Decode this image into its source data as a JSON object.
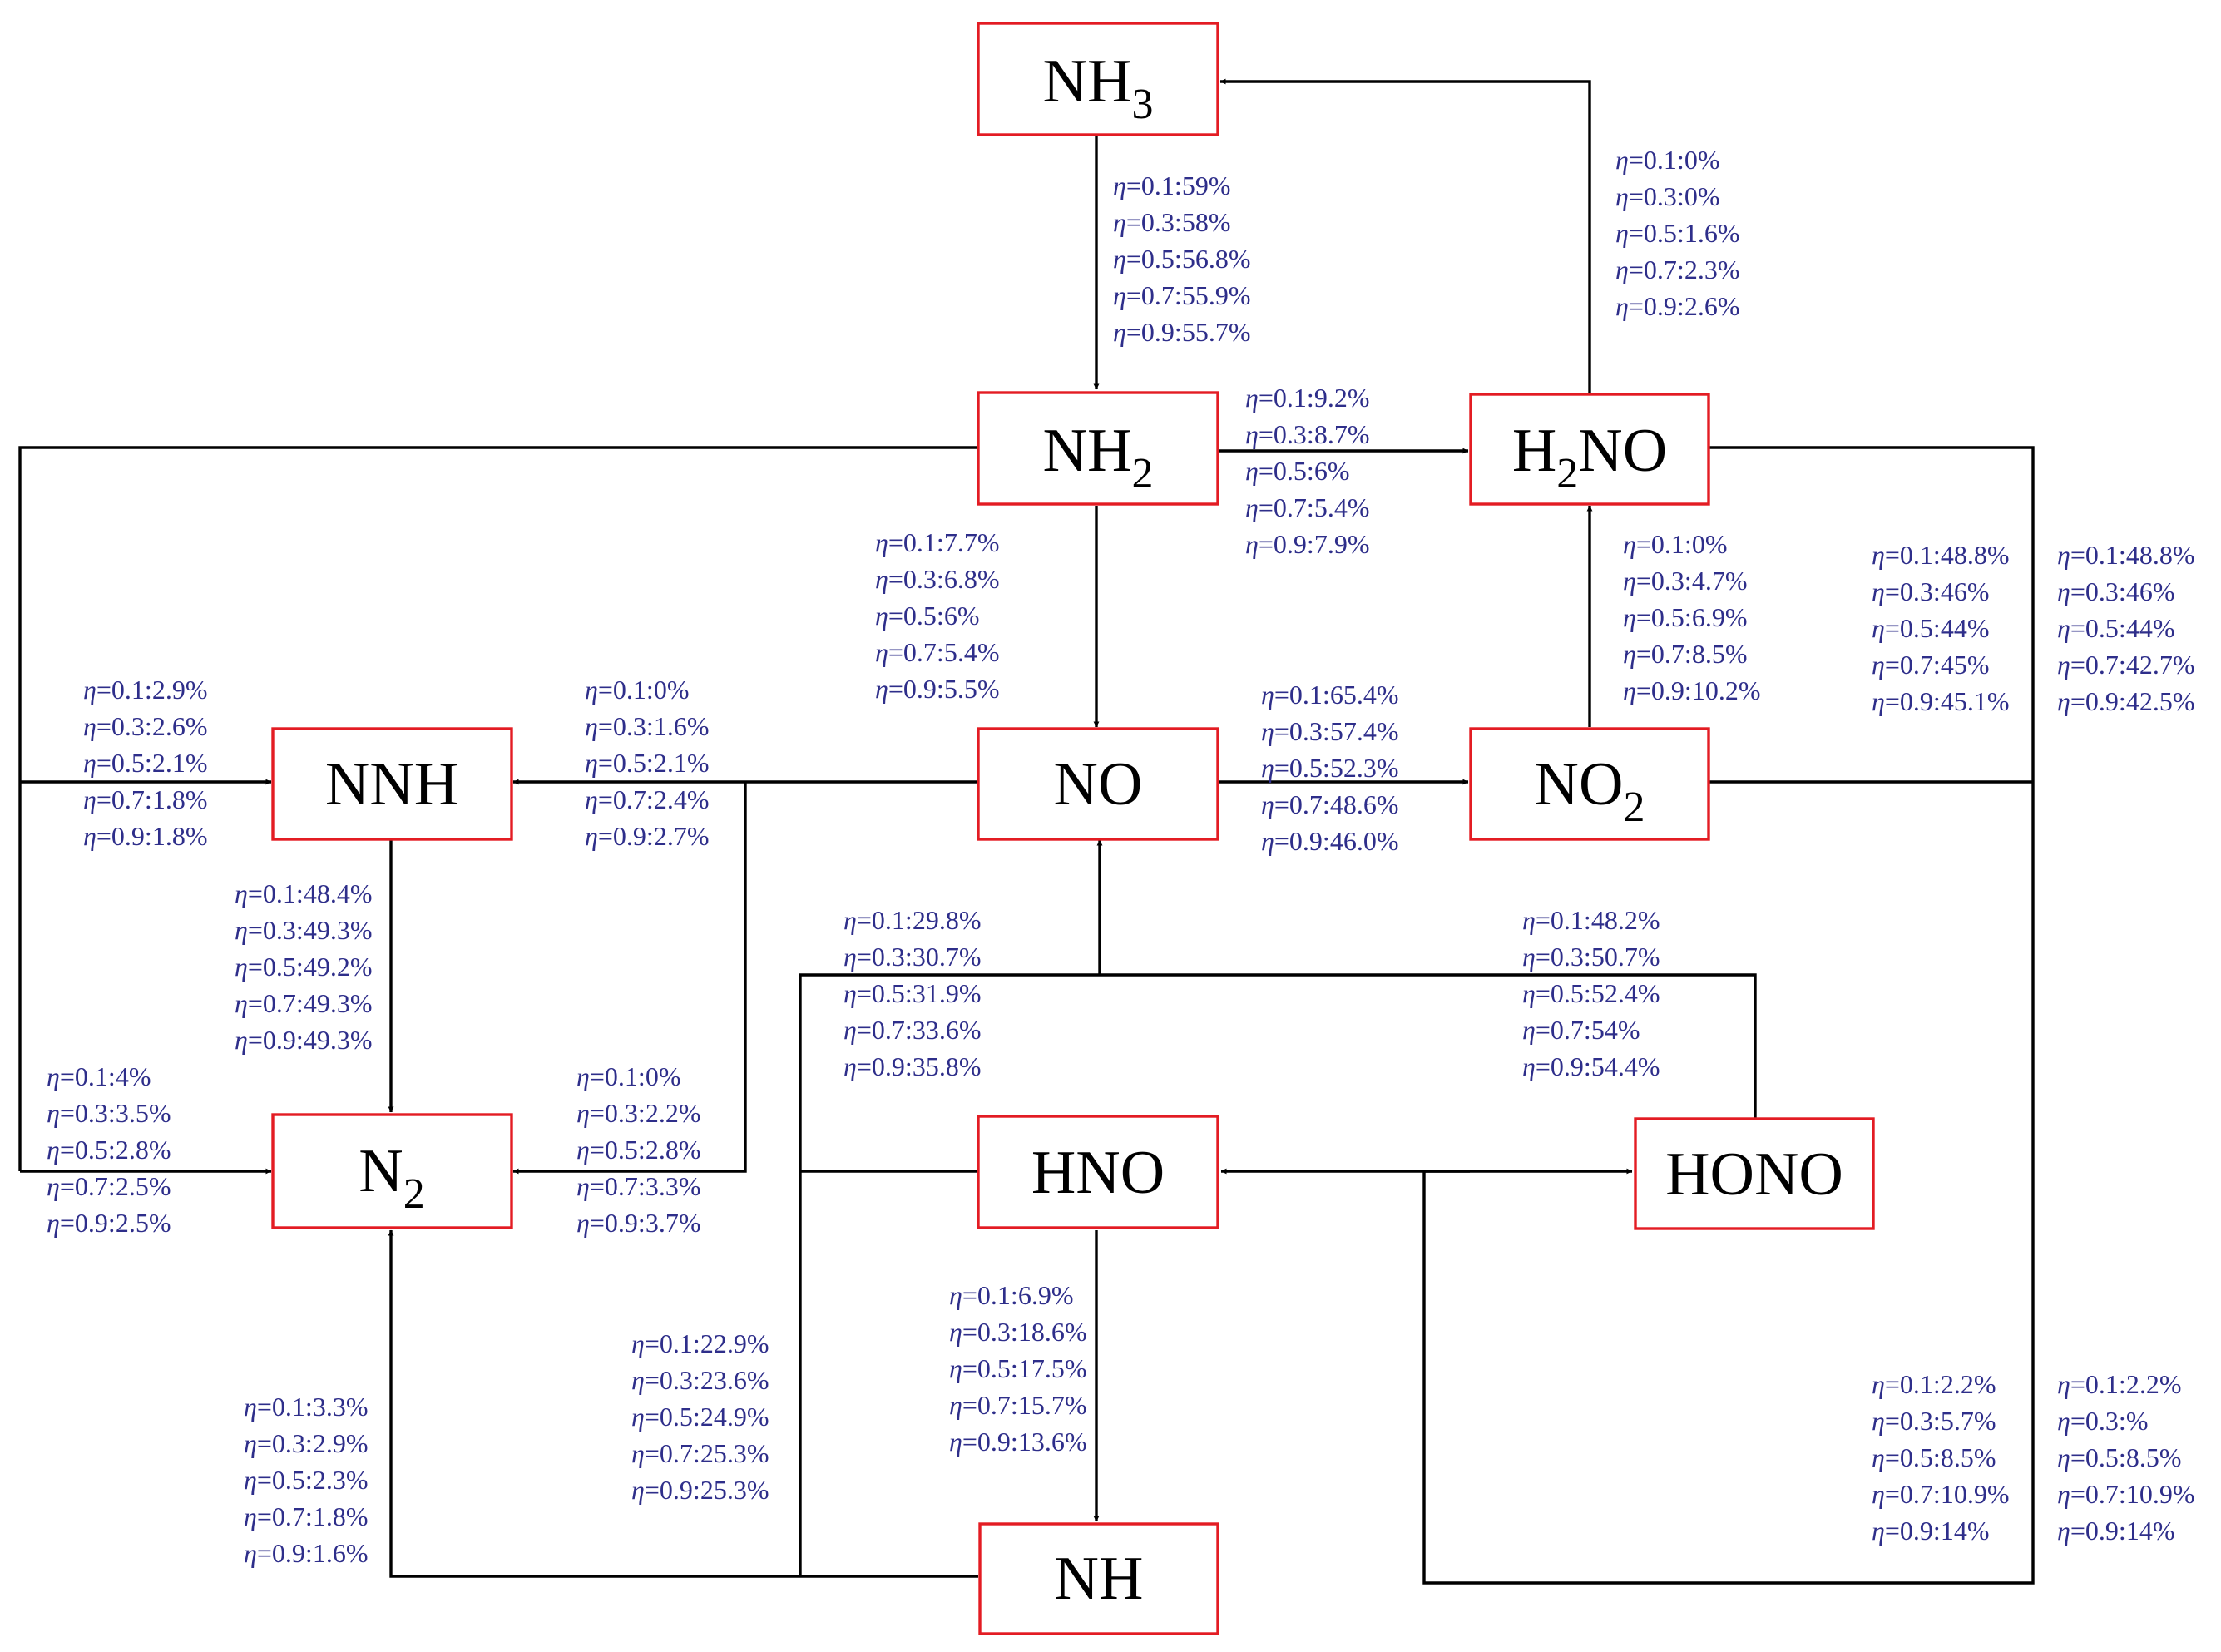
{
  "colors": {
    "box_border": "#e31c23",
    "line": "#000000",
    "annotation_text": "#2e2e8a"
  },
  "nodes": {
    "nh3": {
      "base": "NH",
      "sub": "3"
    },
    "nh2": {
      "base": "NH",
      "sub": "2"
    },
    "h2no": {
      "pre": "H",
      "sub": "2",
      "post": "NO"
    },
    "nnh": {
      "text": "NNH"
    },
    "no": {
      "text": "NO"
    },
    "no2": {
      "base": "NO",
      "sub": "2"
    },
    "n2": {
      "base": "N",
      "sub": "2"
    },
    "hno": {
      "text": "HNO"
    },
    "hono": {
      "text": "HONO"
    },
    "nh": {
      "text": "NH"
    }
  },
  "labels": {
    "nh3_nh2": [
      "0.1:59%",
      "0.3:58%",
      "0.5:56.8%",
      "0.7:55.9%",
      "0.9:55.7%"
    ],
    "h2no_nh3": [
      "0.1:0%",
      "0.3:0%",
      "0.5:1.6%",
      "0.7:2.3%",
      "0.9:2.6%"
    ],
    "nh2_h2no": [
      "0.1:9.2%",
      "0.3:8.7%",
      "0.5:6%",
      "0.7:5.4%",
      "0.9:7.9%"
    ],
    "nh2_no": [
      "0.1:7.7%",
      "0.3:6.8%",
      "0.5:6%",
      "0.7:5.4%",
      "0.9:5.5%"
    ],
    "no2_h2no": [
      "0.1:0%",
      "0.3:4.7%",
      "0.5:6.9%",
      "0.7:8.5%",
      "0.9:10.2%"
    ],
    "h2no_out_a": [
      "0.1:48.8%",
      "0.3:46%",
      "0.5:44%",
      "0.7:45%",
      "0.9:45.1%"
    ],
    "h2no_out_b": [
      "0.1:48.8%",
      "0.3:46%",
      "0.5:44%",
      "0.7:42.7%",
      "0.9:42.5%"
    ],
    "nh2_nnh": [
      "0.1:2.9%",
      "0.3:2.6%",
      "0.5:2.1%",
      "0.7:1.8%",
      "0.9:1.8%"
    ],
    "no_nnh": [
      "0.1:0%",
      "0.3:1.6%",
      "0.5:2.1%",
      "0.7:2.4%",
      "0.9:2.7%"
    ],
    "no_no2": [
      "0.1:65.4%",
      "0.3:57.4%",
      "0.5:52.3%",
      "0.7:48.6%",
      "0.9:46.0%"
    ],
    "nnh_n2": [
      "0.1:48.4%",
      "0.3:49.3%",
      "0.5:49.2%",
      "0.7:49.3%",
      "0.9:49.3%"
    ],
    "hno_no": [
      "0.1:29.8%",
      "0.3:30.7%",
      "0.5:31.9%",
      "0.7:33.6%",
      "0.9:35.8%"
    ],
    "hono_no": [
      "0.1:48.2%",
      "0.3:50.7%",
      "0.5:52.4%",
      "0.7:54%",
      "0.9:54.4%"
    ],
    "nh2_n2": [
      "0.1:4%",
      "0.3:3.5%",
      "0.5:2.8%",
      "0.7:2.5%",
      "0.9:2.5%"
    ],
    "no_n2": [
      "0.1:0%",
      "0.3:2.2%",
      "0.5:2.8%",
      "0.7:3.3%",
      "0.9:3.7%"
    ],
    "hno_nh": [
      "0.1:6.9%",
      "0.3:18.6%",
      "0.5:17.5%",
      "0.7:15.7%",
      "0.9:13.6%"
    ],
    "nh_hno": [
      "0.1:22.9%",
      "0.3:23.6%",
      "0.5:24.9%",
      "0.7:25.3%",
      "0.9:25.3%"
    ],
    "nh_n2": [
      "0.1:3.3%",
      "0.3:2.9%",
      "0.5:2.3%",
      "0.7:1.8%",
      "0.9:1.6%"
    ],
    "no2_hono_a": [
      "0.1:2.2%",
      "0.3:5.7%",
      "0.5:8.5%",
      "0.7:10.9%",
      "0.9:14%"
    ],
    "no2_hono_b": [
      "0.1:2.2%",
      "0.3:%",
      "0.5:8.5%",
      "0.7:10.9%",
      "0.9:14%"
    ]
  }
}
